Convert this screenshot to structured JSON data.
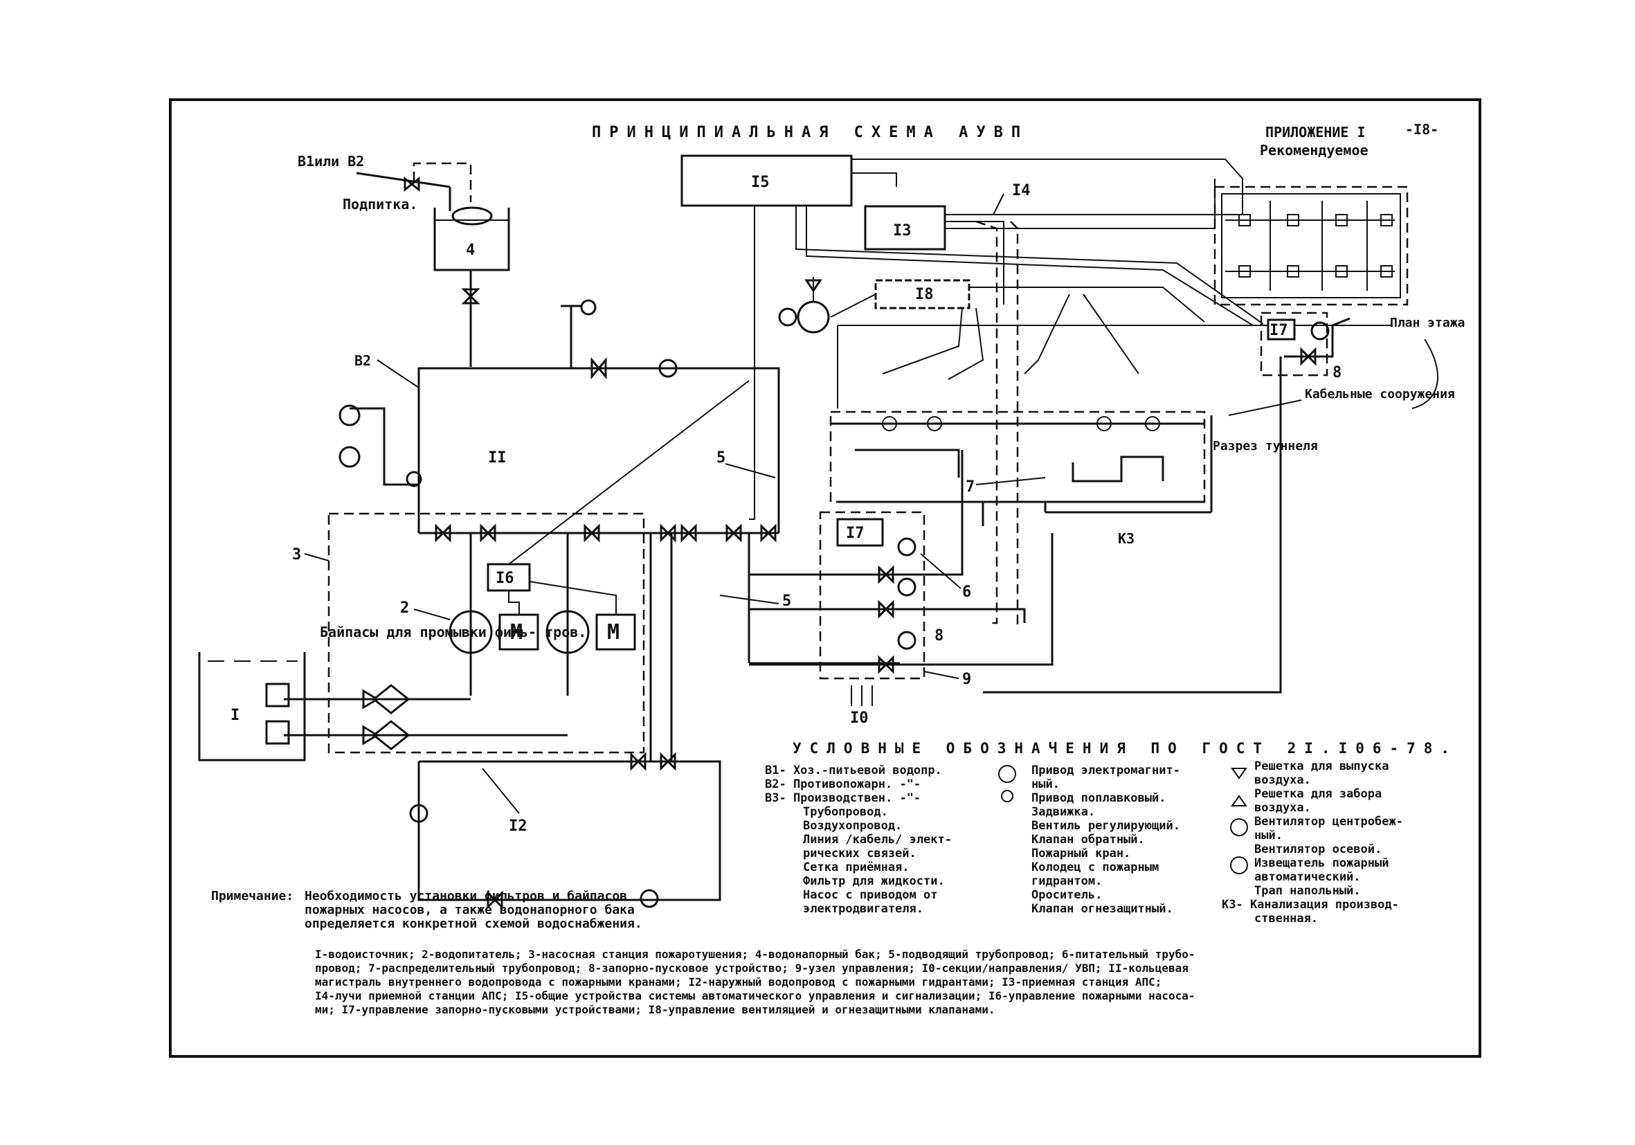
{
  "title": "ПРИНЦИПИАЛЬНАЯ СХЕМА АУВП",
  "appendix": "ПРИЛОЖЕНИЕ I",
  "page_number": "-I8-",
  "recommended": "Рекомендуемое",
  "labels": {
    "supply_input": "В1или В2",
    "makeup": "Подпитка.",
    "b2": "В2",
    "plan_floor": "План этажа",
    "cable_structures": "Кабельные сооружения",
    "tunnel_section": "Разрез туннеля",
    "k3": "К3",
    "bypass_note": "Байпасы для промывки филь- тров."
  },
  "numbers": {
    "n1": "I",
    "n2": "2",
    "n3": "3",
    "n4": "4",
    "n5a": "5",
    "n5b": "5",
    "n6": "6",
    "n7": "7",
    "n8a": "8",
    "n8b": "8",
    "n9": "9",
    "n10": "I0",
    "n11": "II",
    "n12": "I2",
    "n13": "I3",
    "n14": "I4",
    "n15": "I5",
    "n16": "I6",
    "n17a": "I7",
    "n17b": "I7",
    "n18": "I8",
    "m1": "M",
    "m2": "M"
  },
  "legend": {
    "heading": "УСЛОВНЫЕ ОБОЗНАЧЕНИЯ ПО ГОСТ 2I.I06-78.",
    "col1": [
      "В1- Хоз.-питьевой водопр.",
      "В2- Противопожарн. -\"-",
      "В3- Производствен. -\"-",
      "Трубопровод.",
      "Воздухопровод.",
      "Линия /кабель/ элект-",
      "рических связей.",
      "Сетка приёмная.",
      "Фильтр для жидкости.",
      "Насос с приводом от",
      "электродвигателя."
    ],
    "col2": [
      "Привод электромагнит-",
      "ный.",
      "Привод поплавковый.",
      "Задвижка.",
      "Вентиль регулирующий.",
      "Клапан обратный.",
      "Пожарный кран.",
      "Колодец с пожарным",
      "гидрантом.",
      "Ороситель.",
      "Клапан огнезащитный."
    ],
    "col3": [
      "Решетка для выпуска",
      "воздуха.",
      "Решетка для забора",
      "воздуха.",
      "Вентилятор центробеж-",
      "ный.",
      "Вентилятор осевой.",
      "Извещатель пожарный",
      "автоматический.",
      "Трап напольный.",
      "К3- Канализация производ-",
      "ственная."
    ]
  },
  "note": {
    "label": "Примечание:",
    "lines": [
      "Необходимость установки фильтров и байпасов",
      "пожарных насосов, а также водонапорного бака",
      "определяется конкретной схемой водоснабжения."
    ]
  },
  "explanation": [
    "I-водоисточник; 2-водопитатель; 3-насосная станция пожаротушения; 4-водонапорный бак; 5-подводящий трубопровод; 6-питательный трубо-",
    "провод; 7-распределительный трубопровод; 8-запорно-пусковое устройство; 9-узел управления; I0-секции/направления/ УВП; II-кольцевая",
    "магистраль внутреннего водопровода с пожарными кранами; I2-наружный водопровод с пожарными гидрантами; I3-приемная станция АПС;",
    "I4-лучи приемной станции АПС; I5-общие устройства системы автоматического управления и сигнализации; I6-управление пожарными насоса-",
    "ми; I7-управление запорно-пусковыми устройствами; I8-управление вентиляцией и огнезащитными клапанами."
  ]
}
